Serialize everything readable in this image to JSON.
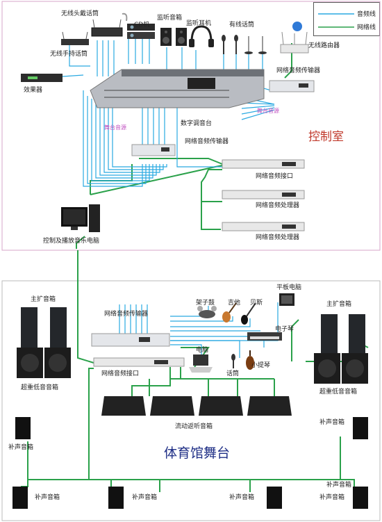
{
  "legend": {
    "audio_line": "音频线",
    "network_line": "网络线"
  },
  "colors": {
    "audio": "#29a9e1",
    "network": "#2aa14a",
    "control_border": "#d7a6c9"
  },
  "control_room": {
    "title": "控制室",
    "labels": {
      "wireless_headset_mic": "无线头戴话筒",
      "cd": "CD机",
      "monitor_speaker": "监听音箱",
      "monitor_headphone": "监听耳机",
      "wired_mic": "有线话筒",
      "wireless_router": "无线路由器",
      "wireless_handheld_mic": "无线手持话筒",
      "effects": "效果器",
      "network_transmitter_1": "网络音频传输器",
      "stage_return_1": "舞台音源",
      "stage_return_2": "舞台音源",
      "digital_mixer": "数字调音台",
      "network_transmitter_2": "网络音频传输器",
      "network_interface": "网络音频接口",
      "processor_1": "网络音频处理器",
      "processor_2": "网络音频处理器",
      "control_pc": "控制及播放音乐电脑"
    }
  },
  "stage": {
    "title": "体育馆舞台",
    "labels": {
      "tablet": "平板电脑",
      "main_left": "主扩音箱",
      "main_right": "主扩音箱",
      "drum": "架子鼓",
      "guitar": "吉他",
      "bass": "贝斯",
      "transmitter": "网络音频传输器",
      "keyboard": "电子琴",
      "computer": "电脑",
      "violin": "小提琴",
      "interface": "网络音频接口",
      "mic": "话筒",
      "sub_left": "超重低音音箱",
      "sub_right": "超重低音音箱",
      "fill_1": "补声音箱",
      "fill_2": "补声音箱",
      "floor_monitor": "流动返听音箱",
      "fill_3": "补声音箱",
      "fill_4": "补声音箱",
      "fill_5": "补声音箱",
      "fill_6": "补声音箱",
      "fill_7": "补声音箱"
    }
  }
}
